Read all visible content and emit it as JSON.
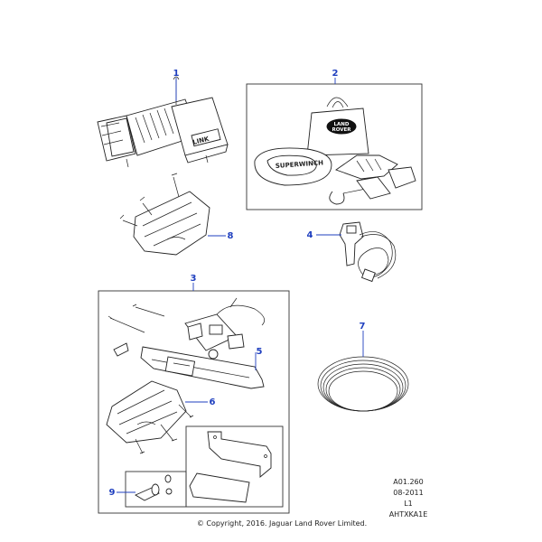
{
  "callouts": {
    "c1": "1",
    "c2": "2",
    "c3": "3",
    "c4": "4",
    "c5": "5",
    "c6": "6",
    "c7": "7",
    "c8": "8",
    "c9": "9"
  },
  "part_text": {
    "bag_badge_top": "LAND",
    "bag_badge_bottom": "ROVER",
    "strap_text": "SUPERWINCH"
  },
  "meta": {
    "ref": "A01.260",
    "date": "08-2011",
    "level": "L1",
    "code": "AHTXKA1E"
  },
  "copyright": "© Copyright, 2016. Jaguar Land Rover Limited.",
  "colors": {
    "callout": "#1f3fbf",
    "line": "#222222"
  }
}
